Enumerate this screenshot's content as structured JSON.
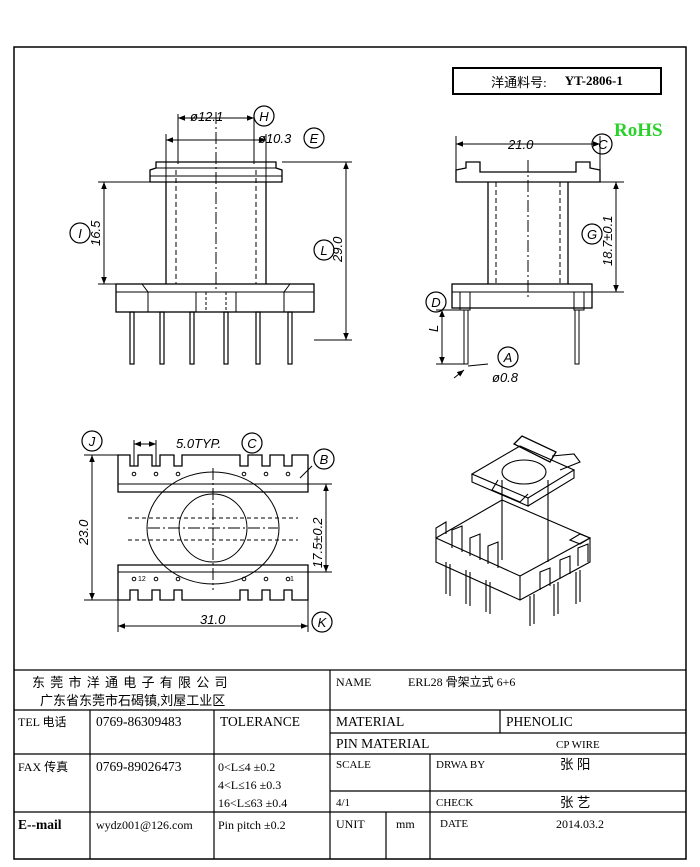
{
  "part_number": {
    "label": "洋通料号:",
    "value": "YT-2806-1"
  },
  "rohs": "RoHS",
  "dims": {
    "h": "ø12.1",
    "e": "ø10.3",
    "i_val": "16.5",
    "l_val": "29.0",
    "width": "21.0",
    "g_val": "18.7±0.1",
    "l_pin": "L",
    "pin_dia": "ø0.8",
    "pitch": "5.0TYP.",
    "height_bottom": "23.0",
    "inner": "17.5±0.2",
    "length": "31.0"
  },
  "markers": {
    "H": "H",
    "E": "E",
    "I": "I",
    "L": "L",
    "C": "C",
    "G": "G",
    "D": "D",
    "A": "A",
    "J": "J",
    "B": "B",
    "K": "K"
  },
  "pin_numbers": {
    "one": "1",
    "twelve": "12"
  },
  "company": {
    "name": "东 莞 市 洋 通 电 子 有 限 公 司",
    "address": "广东省东莞市石碣镇,刘屋工业区"
  },
  "contact": {
    "tel_label": "TEL 电话",
    "tel": "0769-86309483",
    "fax_label": "FAX 传真",
    "fax": "0769-89026473",
    "email_label": "E--mail",
    "email": "wydz001@126.com"
  },
  "tolerance": {
    "label": "TOLERANCE",
    "row1": "0<L≤4   ±0.2",
    "row2": "4<L≤16  ±0.3",
    "row3": "16<L≤63  ±0.4",
    "pitch": "Pin pitch ±0.2"
  },
  "spec": {
    "name_label": "NAME",
    "name": "ERL28 骨架立式 6+6",
    "material_label": "MATERIAL",
    "material": "PHENOLIC",
    "pin_material_label": "PIN MATERIAL",
    "pin_material": "CP WIRE",
    "scale_label": "SCALE",
    "scale": "4/1",
    "drawby_label": "DRWA BY",
    "drawby": "张  阳",
    "check_label": "CHECK",
    "check": "张  艺",
    "unit_label": "UNIT",
    "unit": "mm",
    "date_label": "DATE",
    "date": "2014.03.2"
  }
}
